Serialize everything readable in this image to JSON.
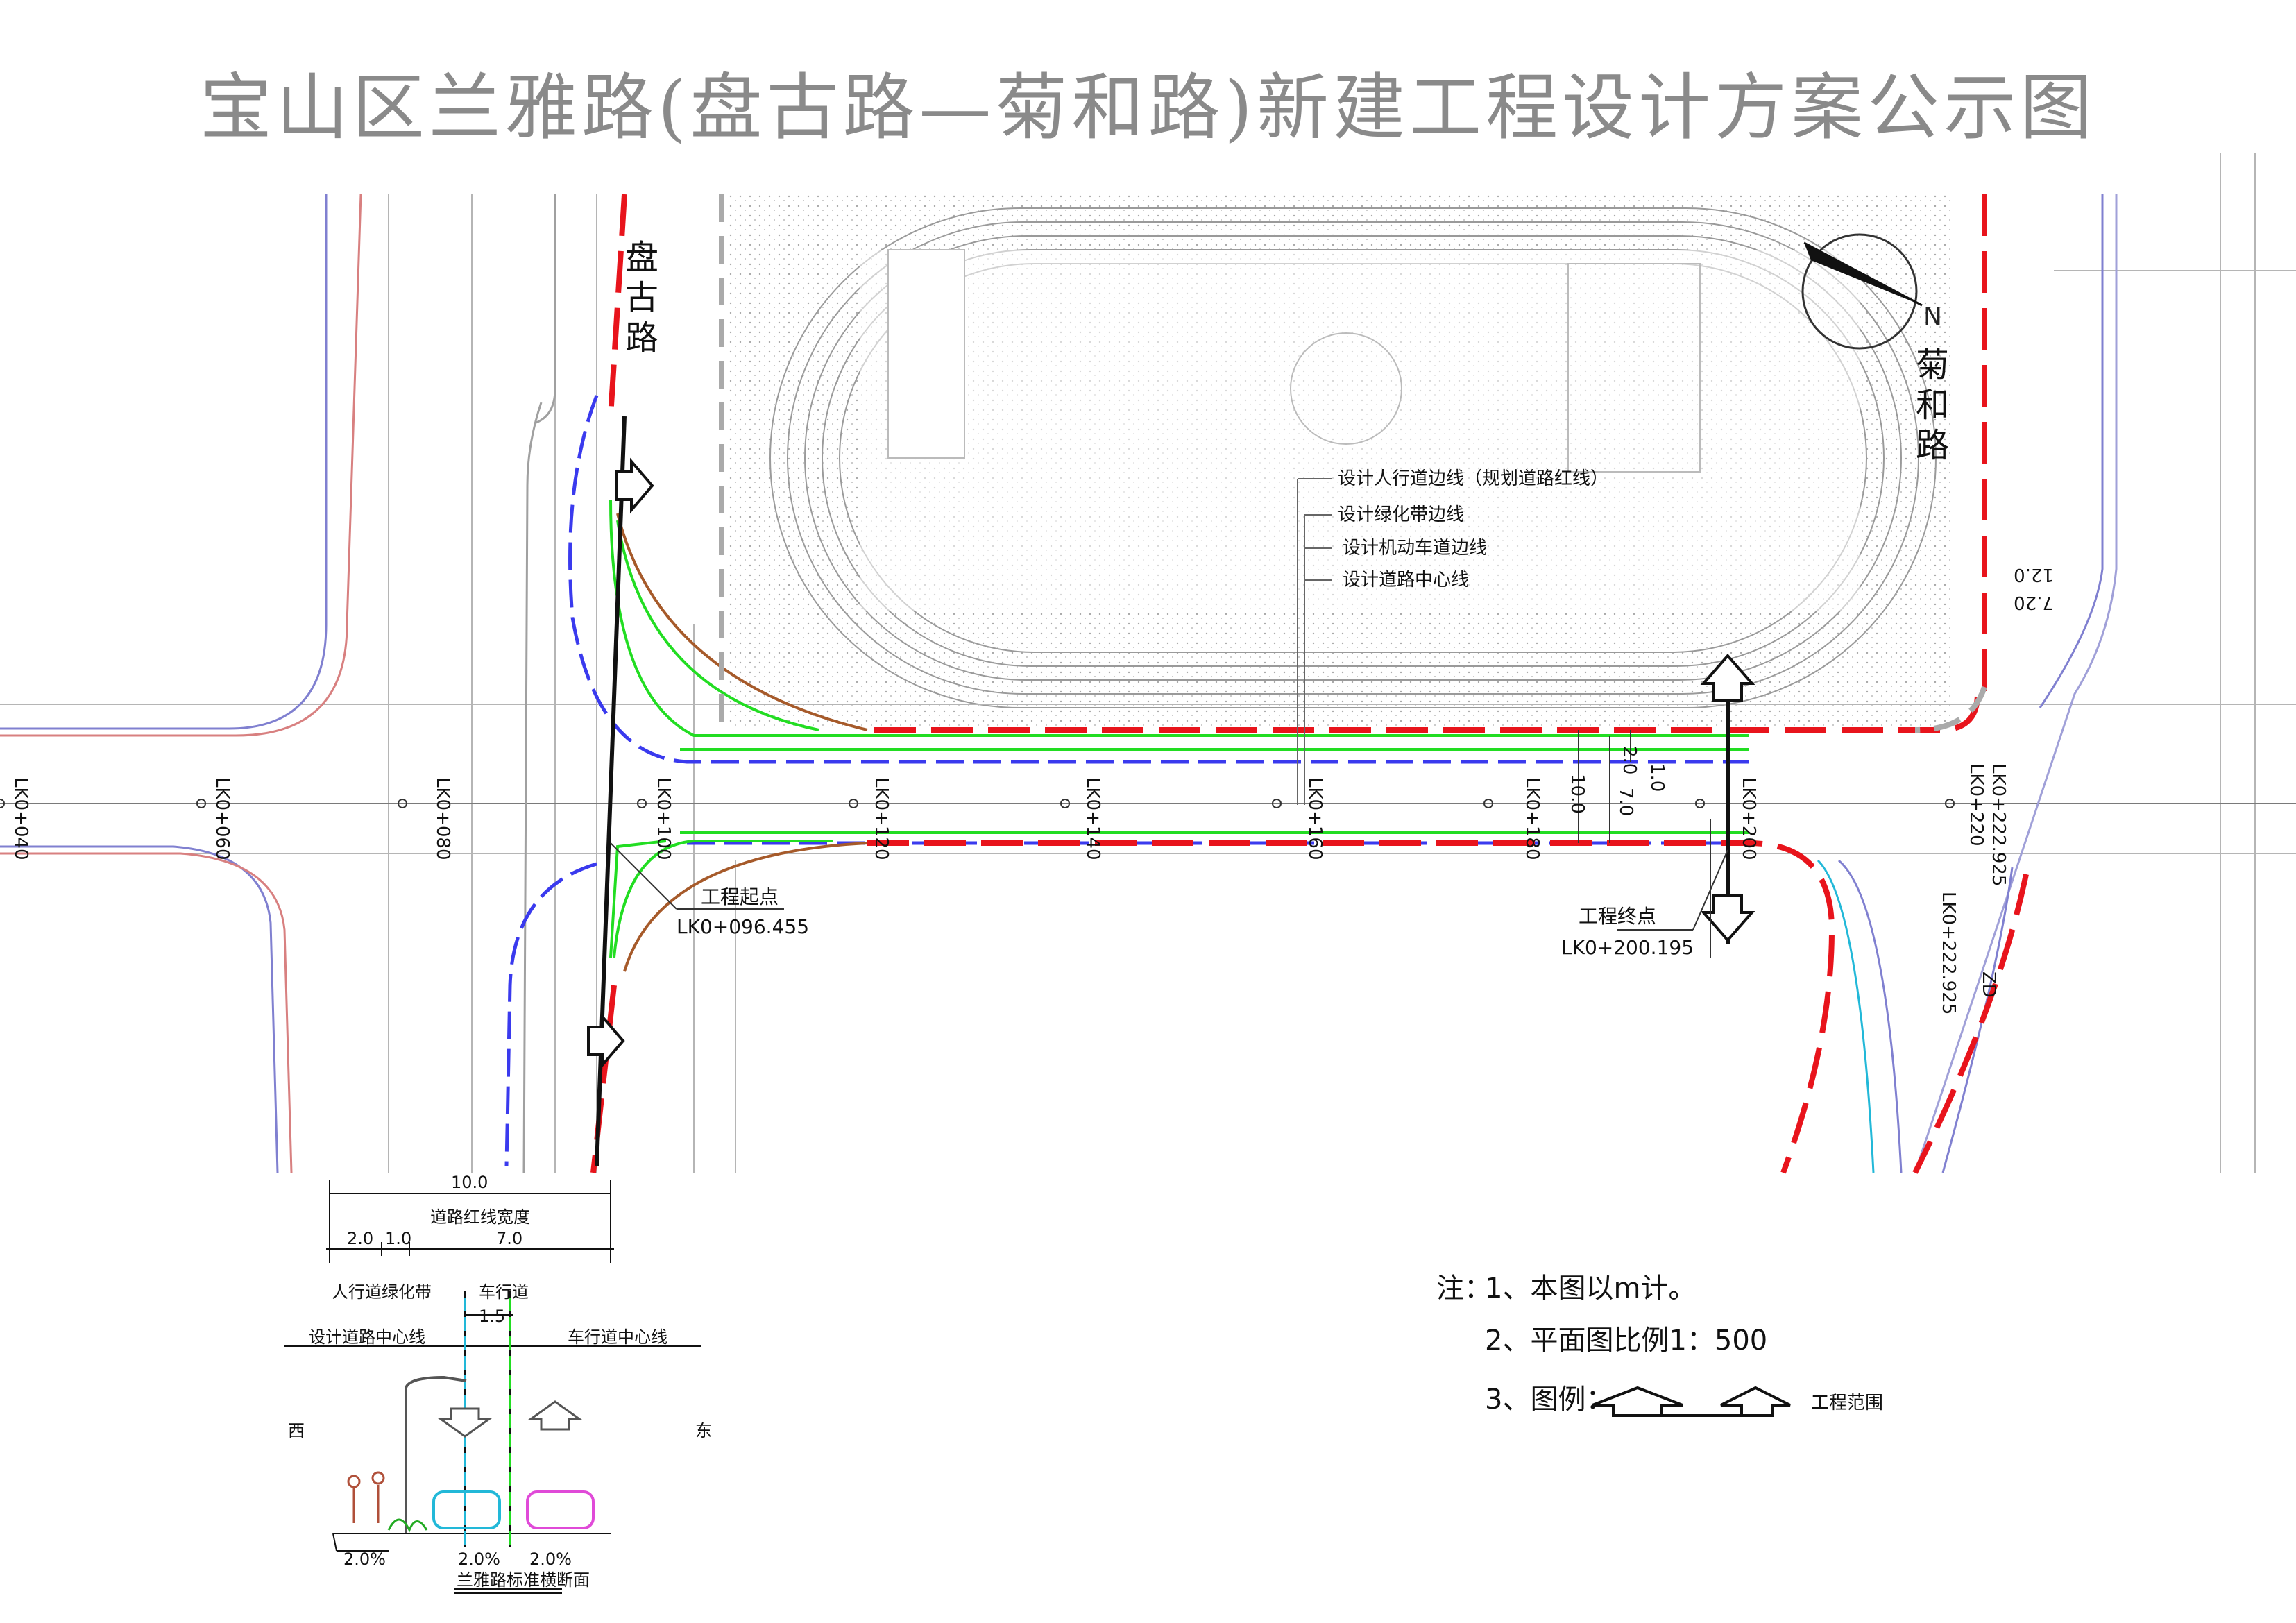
{
  "title": "宝山区兰雅路(盘古路—菊和路)新建工程设计方案公示图",
  "roads": {
    "west_road": "盘古路",
    "east_road": "菊和路"
  },
  "legend_lines": {
    "sidewalk_edge": "设计人行道边线（规划道路红线）",
    "green_belt_edge": "设计绿化带边线",
    "vehicle_lane_edge": "设计机动车道边线",
    "road_center": "设计道路中心线"
  },
  "stations": [
    "LK0+040",
    "LK0+060",
    "LK0+080",
    "LK0+100",
    "LK0+120",
    "LK0+140",
    "LK0+160",
    "LK0+180",
    "LK0+200",
    "LK0+220"
  ],
  "station_end": "LK0+222.925",
  "start_point": {
    "label": "工程起点",
    "station": "LK0+096.455"
  },
  "end_point": {
    "label": "工程终点",
    "station": "LK0+200.195"
  },
  "plan_dims": {
    "d1": "2.0",
    "d2": "1.0",
    "d3": "10.0",
    "d4": "7.0",
    "d5": "12.0",
    "d6": "7.20",
    "zd": "ZD"
  },
  "cross_section": {
    "total_width": "10.0",
    "red_line_width": "道路红线宽度",
    "w_sidewalk": "2.0",
    "w_green": "1.0",
    "w_lane": "7.0",
    "sidewalk": "人行道",
    "green": "绿化带",
    "lane": "车行道",
    "lane_offset": "1.5",
    "road_center": "设计道路中心线",
    "lane_center": "车行道中心线",
    "west": "西",
    "east": "东",
    "slope_left": "2.0%",
    "slope_mid": "2.0%",
    "slope_right": "2.0%",
    "caption": "兰雅路标准横断面"
  },
  "notes": {
    "prefix": "注：",
    "n1": "1、本图以m计。",
    "n2": "2、平面图比例1：500",
    "n3": "3、图例：",
    "scope": "工程范围"
  },
  "colors": {
    "red": "#e8141c",
    "green": "#22dd22",
    "blue": "#3a3aee",
    "grey": "#9a9a9a",
    "cyan": "#22b8d8",
    "magenta": "#e04ad8"
  }
}
